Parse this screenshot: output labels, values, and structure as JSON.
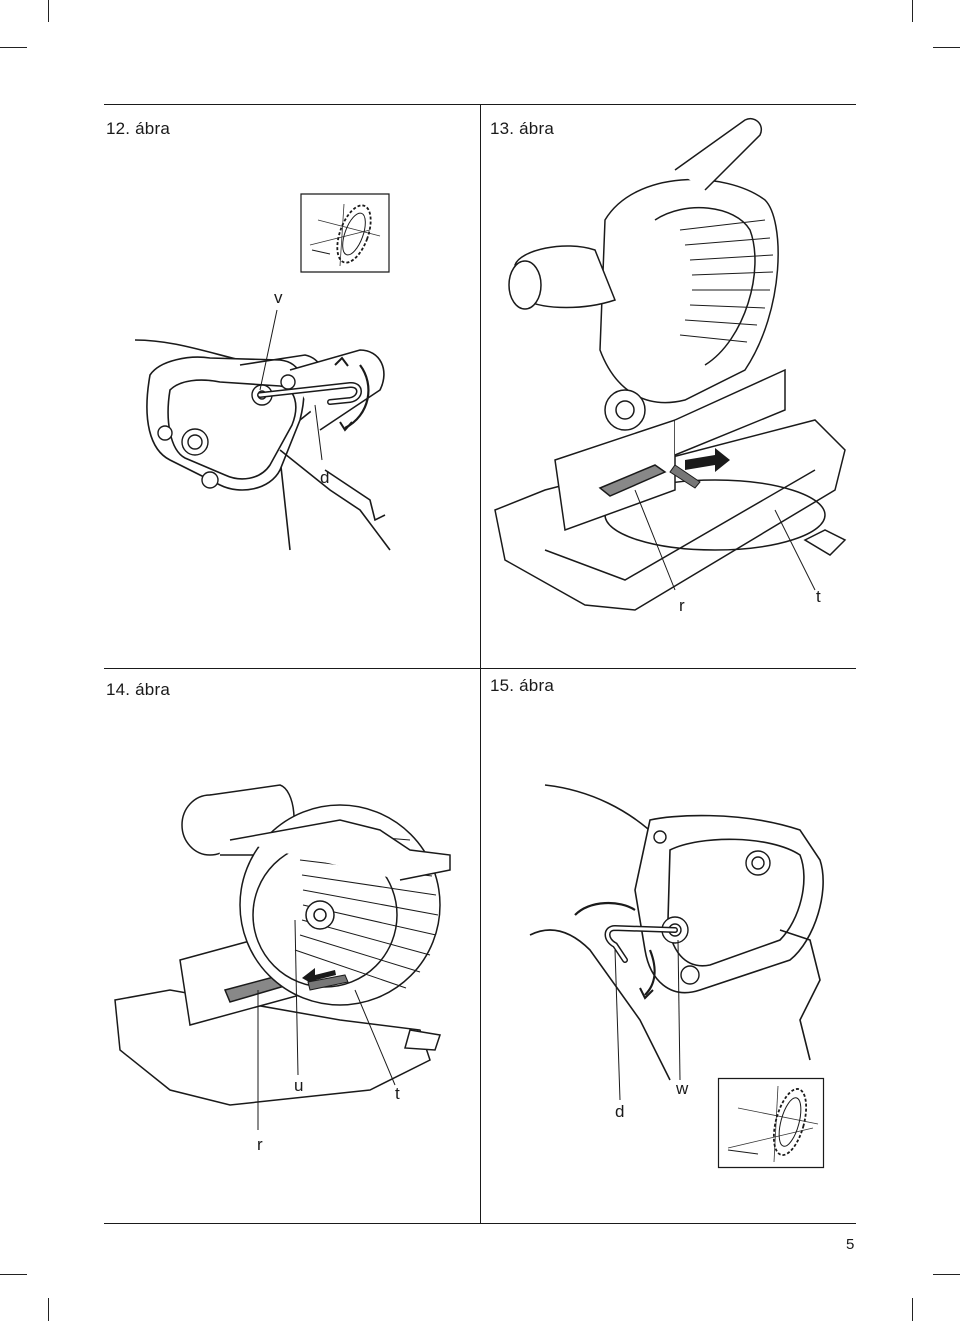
{
  "figures": [
    {
      "caption": "12. ábra",
      "labels": {
        "v": "v",
        "d": "d"
      }
    },
    {
      "caption": "13. ábra",
      "labels": {
        "r": "r",
        "t": "t"
      }
    },
    {
      "caption": "14. ábra",
      "labels": {
        "u": "u",
        "t": "t",
        "r": "r"
      }
    },
    {
      "caption": "15. ábra",
      "labels": {
        "d": "d",
        "w": "w"
      }
    }
  ],
  "page_number": "5"
}
